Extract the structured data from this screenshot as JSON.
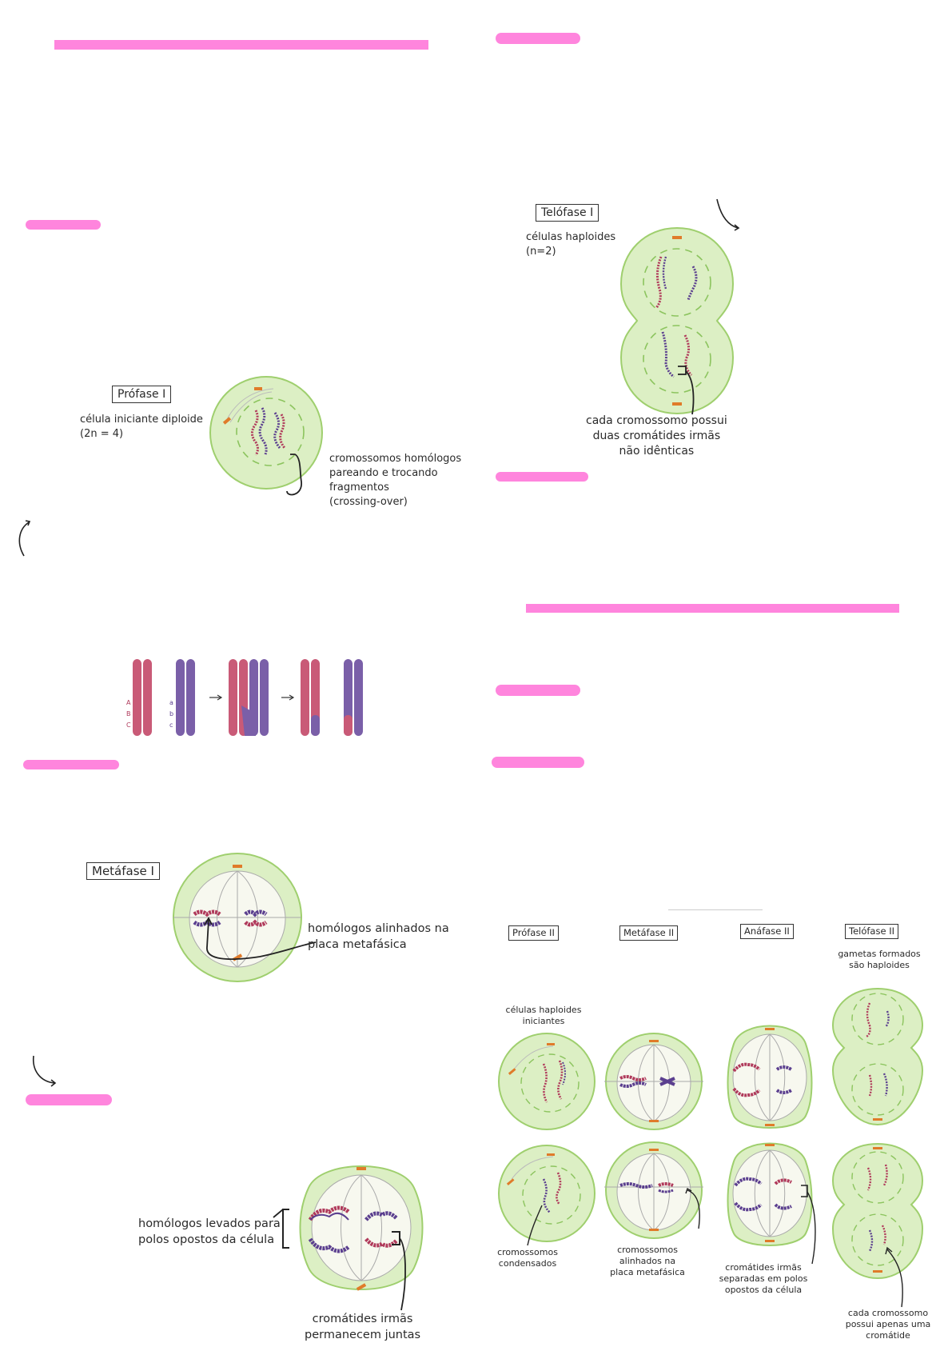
{
  "colors": {
    "accent_bar": "#ff85dd",
    "cell_fill": "#dcefc4",
    "cell_stroke": "#9fcf6e",
    "chromosome_red": "#b03a5b",
    "chromosome_purple": "#5b3f8f",
    "centrosome_orange": "#e07b2a"
  },
  "prophase1": {
    "title": "Prófase I",
    "desc": "célula iniciante diploide\n(2n = 4)",
    "note": "cromossomos homólogos\npareando e trocando\nfragmentos\n(crossing-over)"
  },
  "crossing_over": {
    "labels_upper": [
      "A",
      "B",
      "C"
    ],
    "labels_lower": [
      "a",
      "b",
      "c"
    ]
  },
  "metaphase1": {
    "title": "Metáfase I",
    "note": "homólogos alinhados na\nplaca metafásica"
  },
  "anaphase1": {
    "note_left": "homólogos levados para\npolos opostos da célula",
    "note_bottom": "cromátides irmãs\npermanecem juntas"
  },
  "telophase1": {
    "title": "Telófase I",
    "desc": "células haploides\n(n=2)",
    "note": "cada cromossomo possui\nduas cromátides irmãs\nnão idênticas"
  },
  "meiosis2": {
    "titles": [
      "Prófase II",
      "Metáfase II",
      "Anáfase II",
      "Telófase II"
    ],
    "note_start": "células haploides\niniciantes",
    "note_gametes": "gametas formados\nsão haploides",
    "note_condensed": "cromossomos\ncondensados",
    "note_aligned": "cromossomos\nalinhados na\nplaca metafásica",
    "note_separated": "cromátides irmãs\nseparadas em polos\nopostos da célula",
    "note_single": "cada cromossomo\npossui apenas uma\ncromátide"
  }
}
